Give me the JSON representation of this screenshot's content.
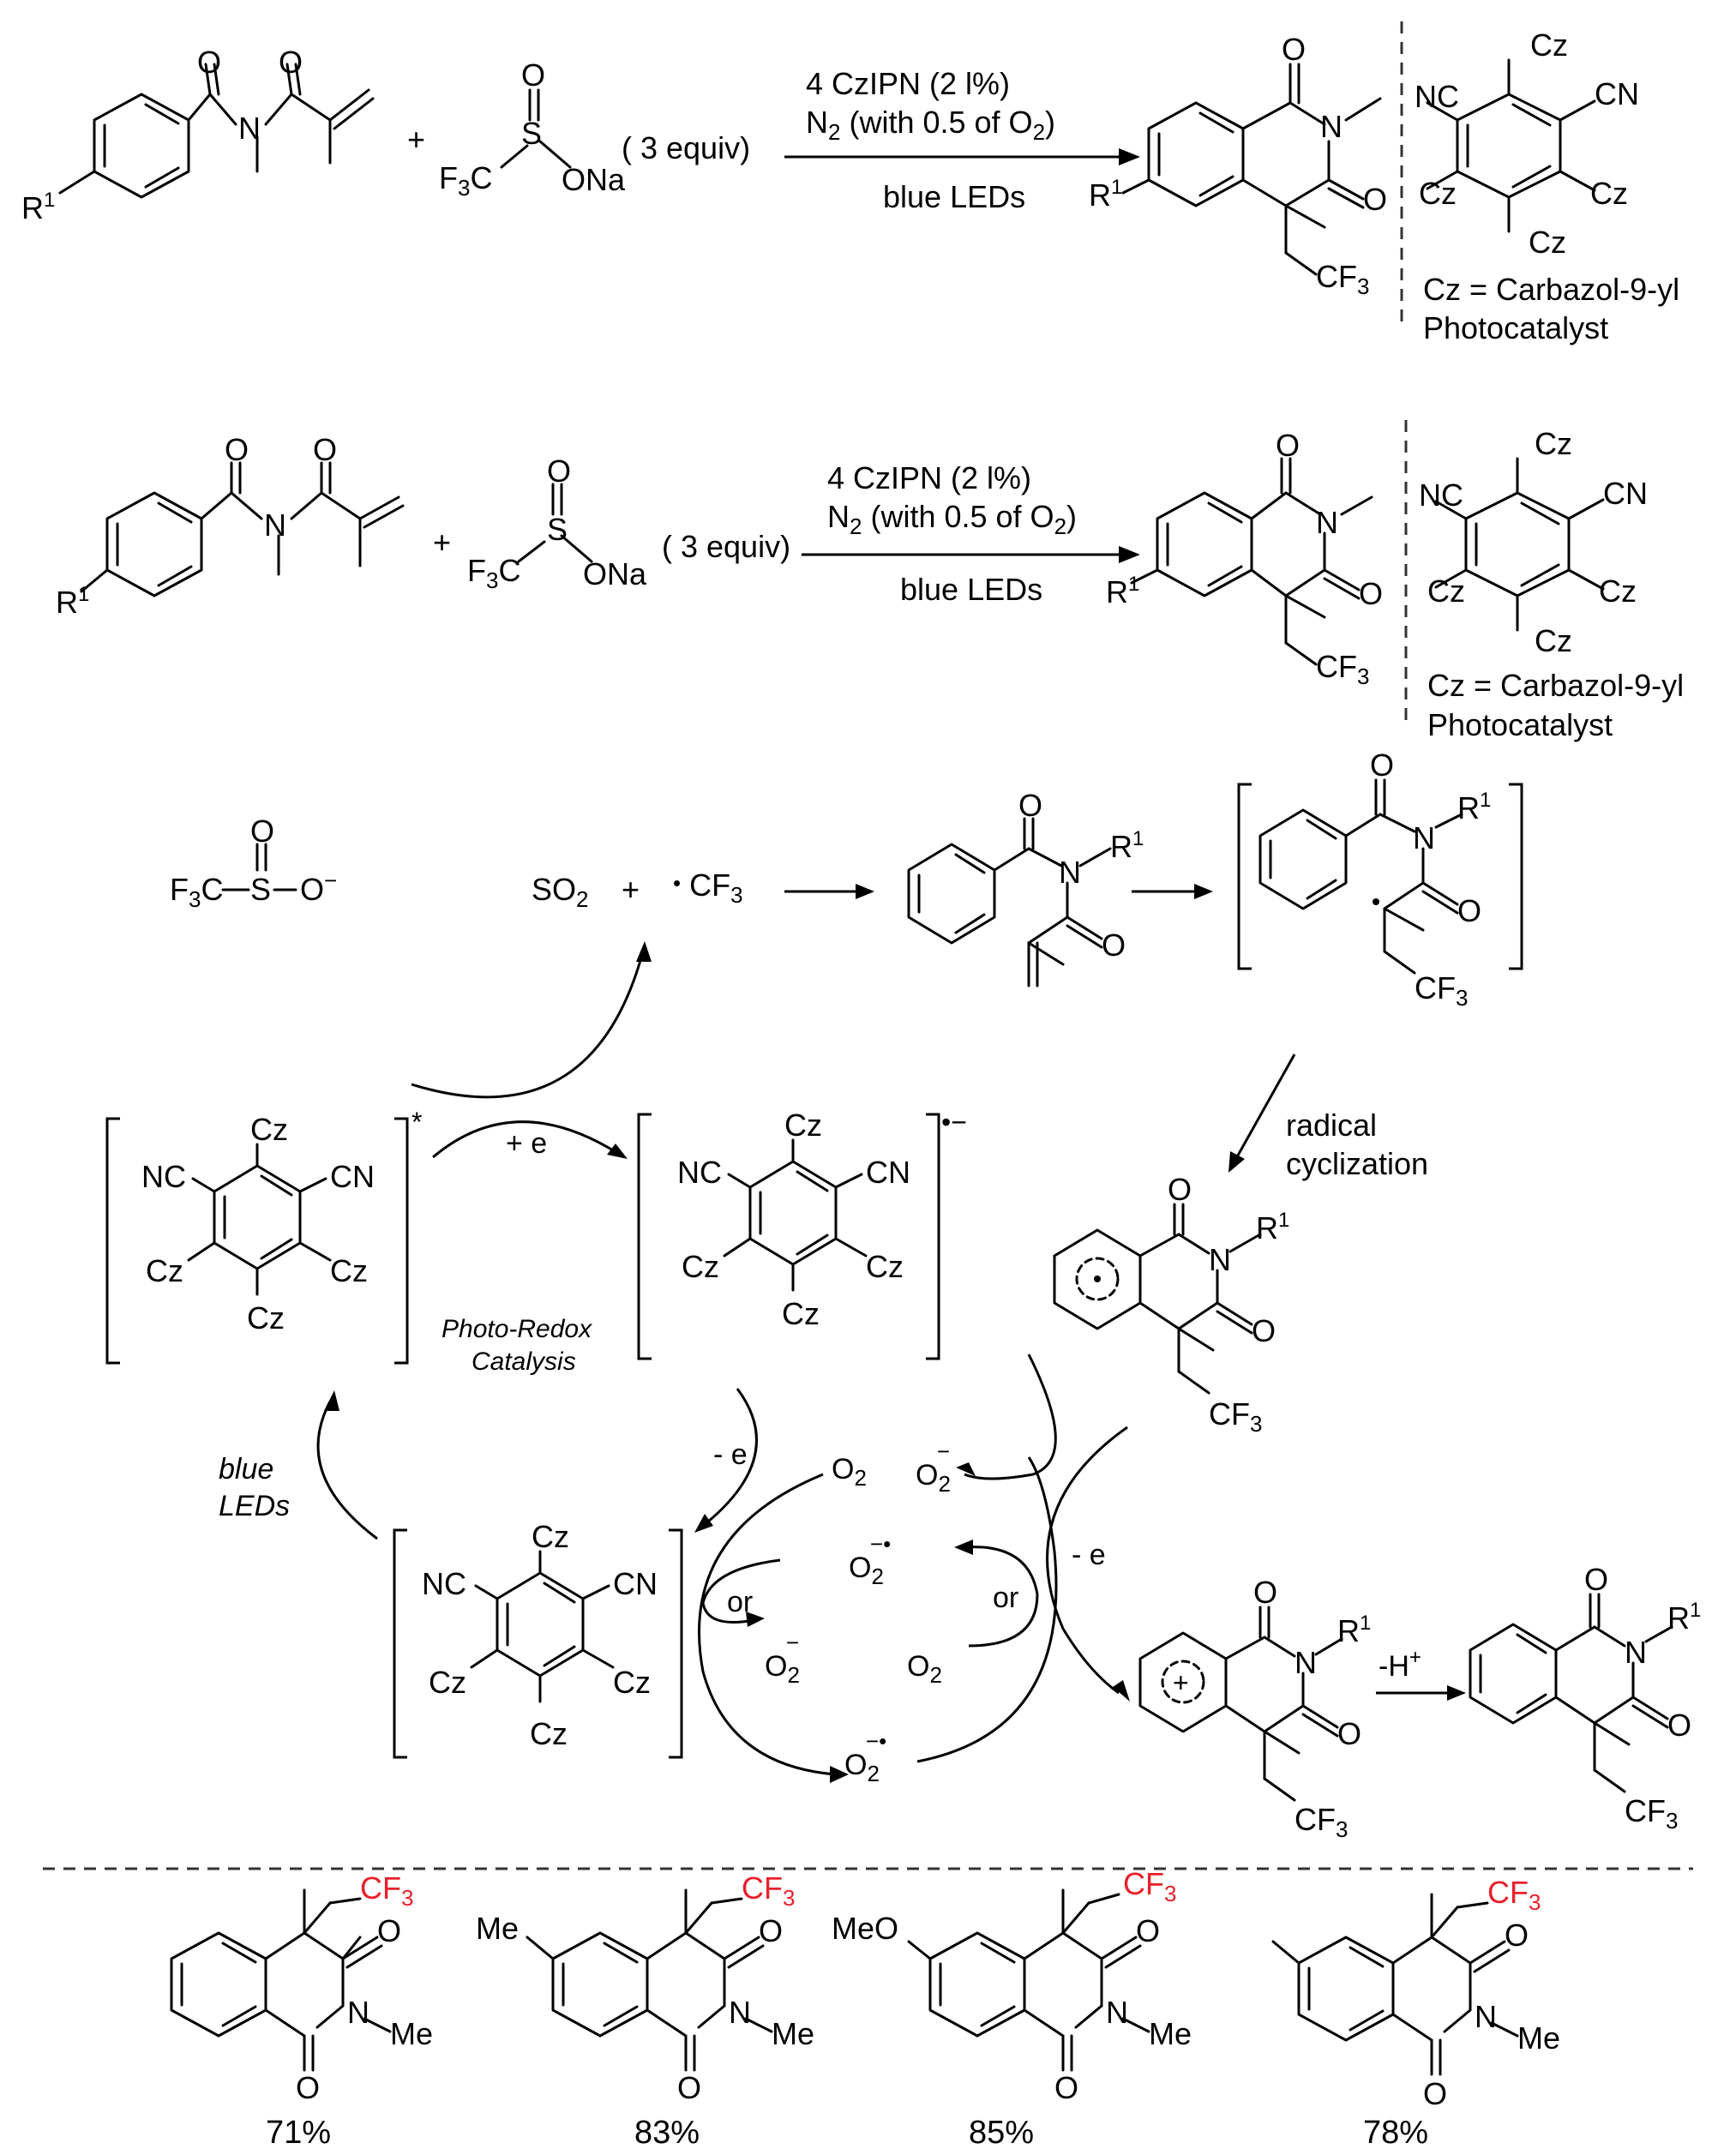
{
  "scheme1": {
    "r1": "R",
    "r1_sup": "1",
    "reagent_f3c": "F3C",
    "reagent_s": "S",
    "reagent_o": "O",
    "reagent_ona": "ONa",
    "equiv": "( 3 equiv)",
    "plus": "+",
    "cond_line1": "4 CzIPN (2 l%)",
    "cond_line2": "N2 (with 0.5  of O2)",
    "cond_line3": "blue  LEDs",
    "product_o": "O",
    "product_n": "N",
    "product_cf3": "CF3",
    "cat_nc": "NC",
    "cat_cn": "CN",
    "cat_cz": "Cz",
    "cat_def": "Cz = Carbazol-9-yl",
    "cat_role": "Photocatalyst"
  },
  "scheme2": {
    "r1": "R",
    "r1_sup": "1",
    "equiv": "( 3 equiv)",
    "cond_line1": "4 CzIPN (2 l%)",
    "cond_line2": "N2 (with 0.5  of O2)",
    "cond_line3": "blue  LEDs",
    "cat_def": "Cz = Carbazol-9-yl",
    "cat_role": "Photocatalyst"
  },
  "mechanism": {
    "triflinate": "F3C–S–O−",
    "so2": "SO2",
    "plus": "+",
    "cf3_radical": "• CF3",
    "step_radical": "radical",
    "step_cyclization": "cyclization",
    "plus_e": "+ e",
    "minus_e_1": "- e",
    "minus_e_2": "- e",
    "photo_redox_1": "Photo-Redox",
    "photo_redox_2": "Catalysis",
    "blue": "blue",
    "leds": "LEDs",
    "o2": "O2",
    "o2_minus": "O2−",
    "o2_radical": "O2−•",
    "or": "or",
    "minus_h": "-H+",
    "excited_star": "*",
    "radical_anion": "•−"
  },
  "yields": [
    {
      "substituent": "",
      "yield": "71%"
    },
    {
      "substituent": "Me",
      "yield": "83%"
    },
    {
      "substituent": "MeO",
      "yield": "85%"
    },
    {
      "substituent": "",
      "yield": "78%"
    }
  ],
  "labels": {
    "cf3": "CF3",
    "me": "Me",
    "n": "N",
    "o": "O"
  },
  "colors": {
    "cf3_highlight": "#e8202a",
    "ink": "#000000"
  }
}
